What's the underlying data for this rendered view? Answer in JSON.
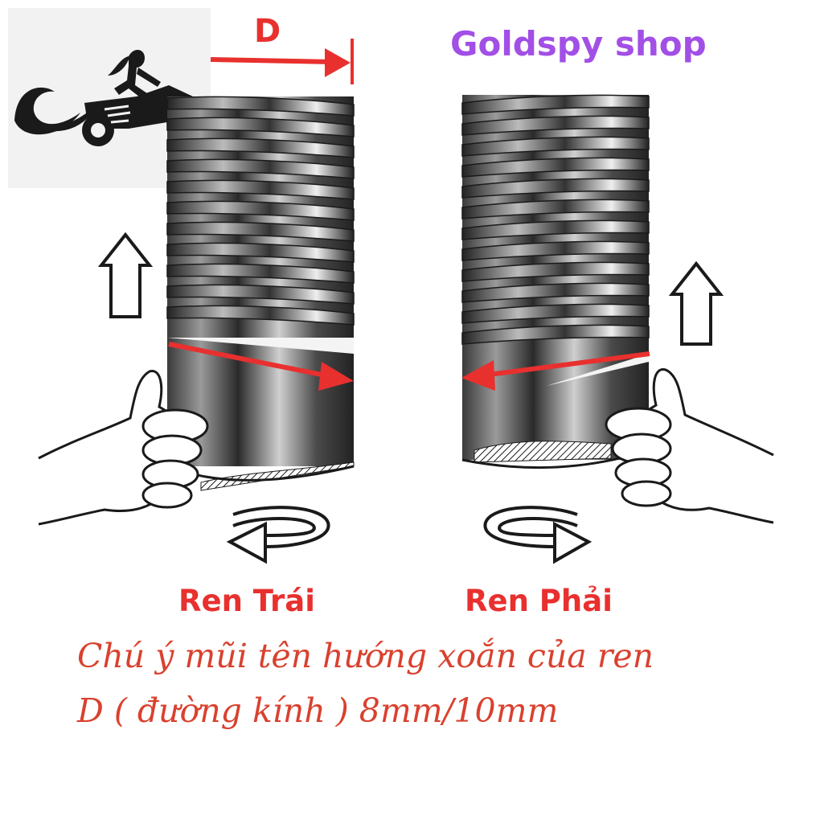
{
  "shop_name": "Goldspy shop",
  "diameter_symbol": "D",
  "left_thread_label": "Ren Trái",
  "right_thread_label": "Ren Phải",
  "note_line_1": "Chú ý mũi tên hướng xoắn của ren",
  "note_line_2": "D ( đường kính ) 8mm/10mm",
  "colors": {
    "shop_text": "#a24fe6",
    "red_accent": "#e8302e",
    "note_text": "#d9412e",
    "ink": "#1a1a1a",
    "logo_bg": "#f2f2f2"
  },
  "icons": [
    "motorcycle-rider-logo-icon",
    "up-arrow-icon",
    "counterclockwise-arrow-icon",
    "clockwise-arrow-icon",
    "thumbs-up-hand-icon"
  ]
}
